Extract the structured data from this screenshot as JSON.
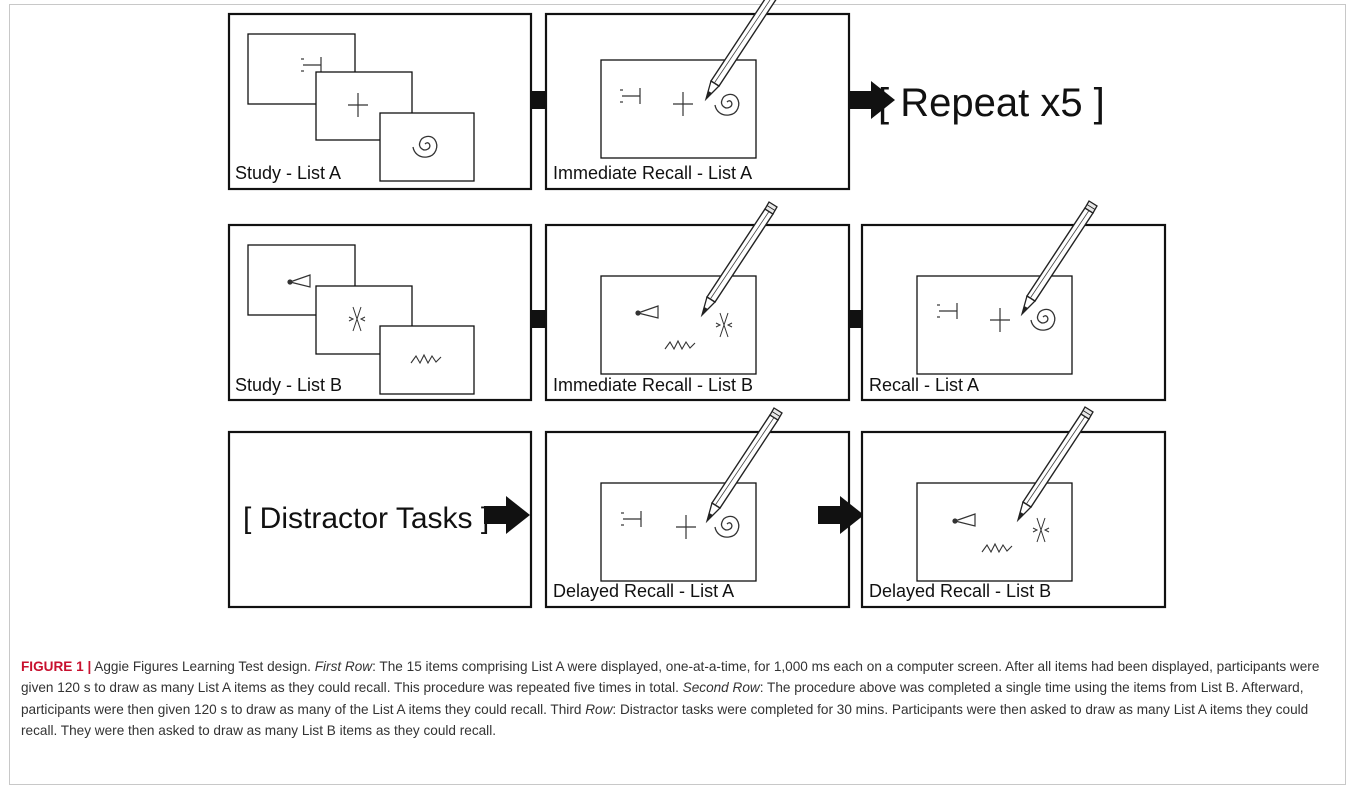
{
  "figure": {
    "row1": {
      "study_label": "Study - List A",
      "recall_label": "Immediate Recall - List A",
      "repeat_text": "[ Repeat x5 ]"
    },
    "row2": {
      "study_label": "Study - List B",
      "recall_label": "Immediate Recall - List B",
      "recall_a_label": "Recall - List A"
    },
    "row3": {
      "distractor_text": "[ Distractor Tasks ]",
      "delayed_a_label": "Delayed Recall - List A",
      "delayed_b_label": "Delayed Recall - List B"
    }
  },
  "caption": {
    "figure_label": "FIGURE 1 |",
    "title": " Aggie Figures Learning Test design. ",
    "row1_label": "First Row",
    "row1_text": ": The 15 items comprising List A were displayed, one-at-a-time, for 1,000 ms each on a computer screen. After all items had been displayed, participants were given 120 s to draw as many List A items as they could recall. This procedure was repeated five times in total. ",
    "row2_label": "Second Row",
    "row2_text": ": The procedure above was completed a single time using the items from List B. Afterward, participants were then given 120 s to draw as many of the List A items they could recall. Third ",
    "row3_label": "Row",
    "row3_text": ": Distractor tasks were completed for 30 mins. Participants were then asked to draw as many List A items they could recall. They were then asked to draw as many List B items as they could recall."
  }
}
